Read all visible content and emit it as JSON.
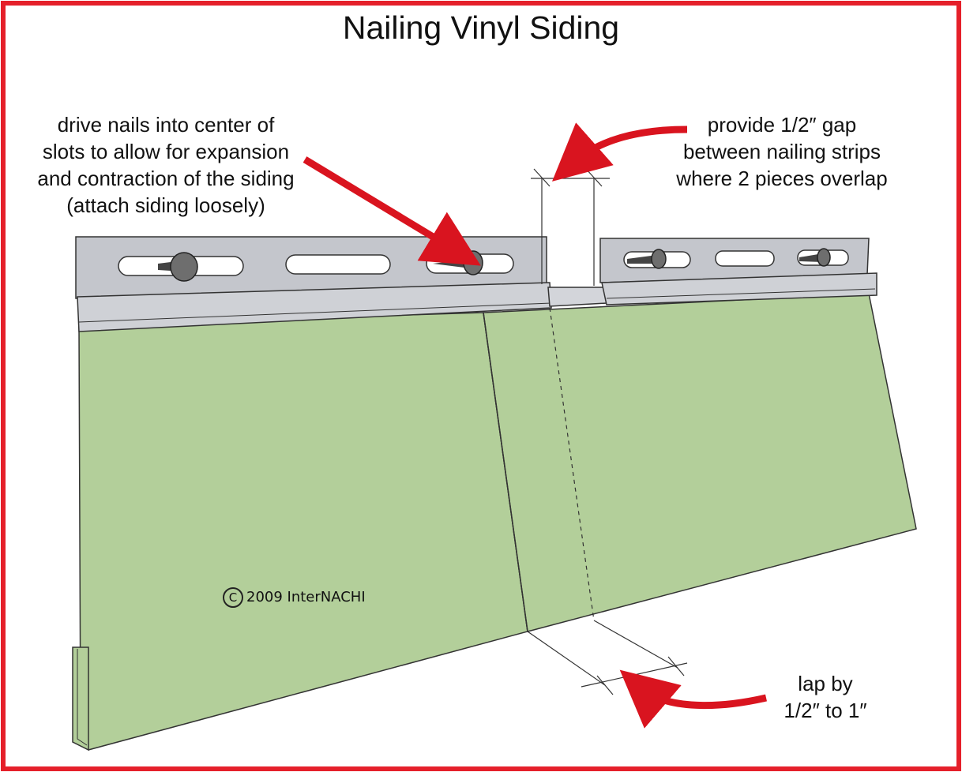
{
  "title": "Nailing Vinyl Siding",
  "annotations": {
    "nail_center": [
      "drive nails into center of",
      "slots to allow for expansion",
      "and contraction of the siding",
      "(attach siding loosely)"
    ],
    "gap": [
      "provide 1/2″ gap",
      "between nailing strips",
      "where 2 pieces overlap"
    ],
    "lap": [
      "lap by",
      "1/2″ to 1″"
    ]
  },
  "copyright": {
    "symbol": "C",
    "text": "2009  InterNACHI"
  },
  "colors": {
    "border": "#e5202a",
    "arrow": "#d9141f",
    "siding": "#b3cf9a",
    "strip": "#c4c6cc",
    "nail": "#555555"
  }
}
